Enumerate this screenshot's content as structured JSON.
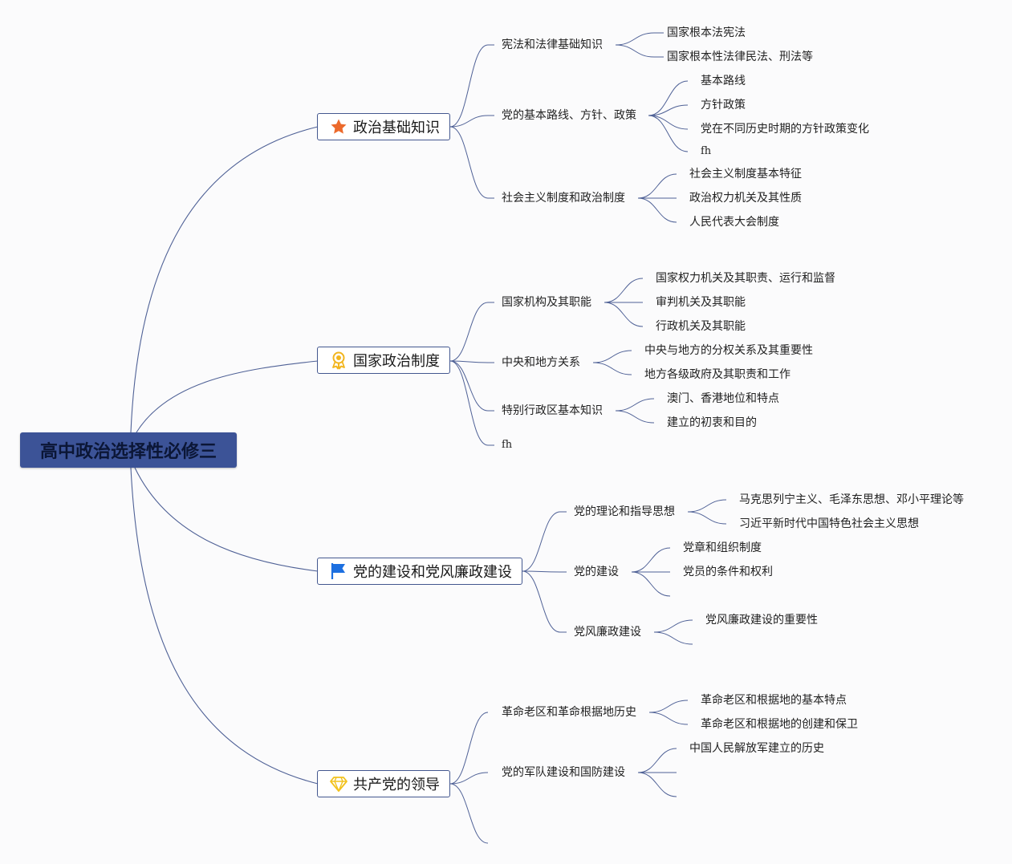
{
  "root": {
    "label": "高中政治选择性必修三"
  },
  "branches": [
    {
      "label": "政治基础知识",
      "icon": "star-icon",
      "children": [
        {
          "label": "宪法和法律基础知识",
          "children": [
            "国家根本法宪法",
            "国家根本性法律民法、刑法等"
          ]
        },
        {
          "label": "党的基本路线、方针、政策",
          "children": [
            "基本路线",
            "方针政策",
            "党在不同历史时期的方针政策变化",
            "fh"
          ]
        },
        {
          "label": "社会主义制度和政治制度",
          "children": [
            "社会主义制度基本特征",
            "政治权力机关及其性质",
            "人民代表大会制度"
          ]
        }
      ]
    },
    {
      "label": "国家政治制度",
      "icon": "medal-icon",
      "children": [
        {
          "label": "国家机构及其职能",
          "children": [
            "国家权力机关及其职责、运行和监督",
            "审判机关及其职能",
            "行政机关及其职能"
          ]
        },
        {
          "label": "中央和地方关系",
          "children": [
            "中央与地方的分权关系及其重要性",
            "地方各级政府及其职责和工作"
          ]
        },
        {
          "label": "特别行政区基本知识",
          "children": [
            "澳门、香港地位和特点",
            "建立的初衷和目的"
          ]
        },
        {
          "label": "fh",
          "children": []
        }
      ]
    },
    {
      "label": "党的建设和党风廉政建设",
      "icon": "flag-icon",
      "children": [
        {
          "label": "党的理论和指导思想",
          "children": [
            "马克思列宁主义、毛泽东思想、邓小平理论等",
            "习近平新时代中国特色社会主义思想"
          ]
        },
        {
          "label": "党的建设",
          "children": [
            "党章和组织制度",
            "党员的条件和权利",
            ""
          ]
        },
        {
          "label": "党风廉政建设",
          "children": [
            "党风廉政建设的重要性",
            ""
          ]
        }
      ]
    },
    {
      "label": "共产党的领导",
      "icon": "diamond-icon",
      "children": [
        {
          "label": "革命老区和革命根据地历史",
          "children": [
            "革命老区和根据地的基本特点",
            "革命老区和根据地的创建和保卫"
          ]
        },
        {
          "label": "党的军队建设和国防建设",
          "children": [
            "中国人民解放军建立的历史",
            "",
            ""
          ]
        },
        {
          "label": "",
          "children": []
        }
      ]
    }
  ],
  "colors": {
    "root_fill": "#3c5397",
    "line": "#4f6196",
    "node_border": "#43578f"
  }
}
